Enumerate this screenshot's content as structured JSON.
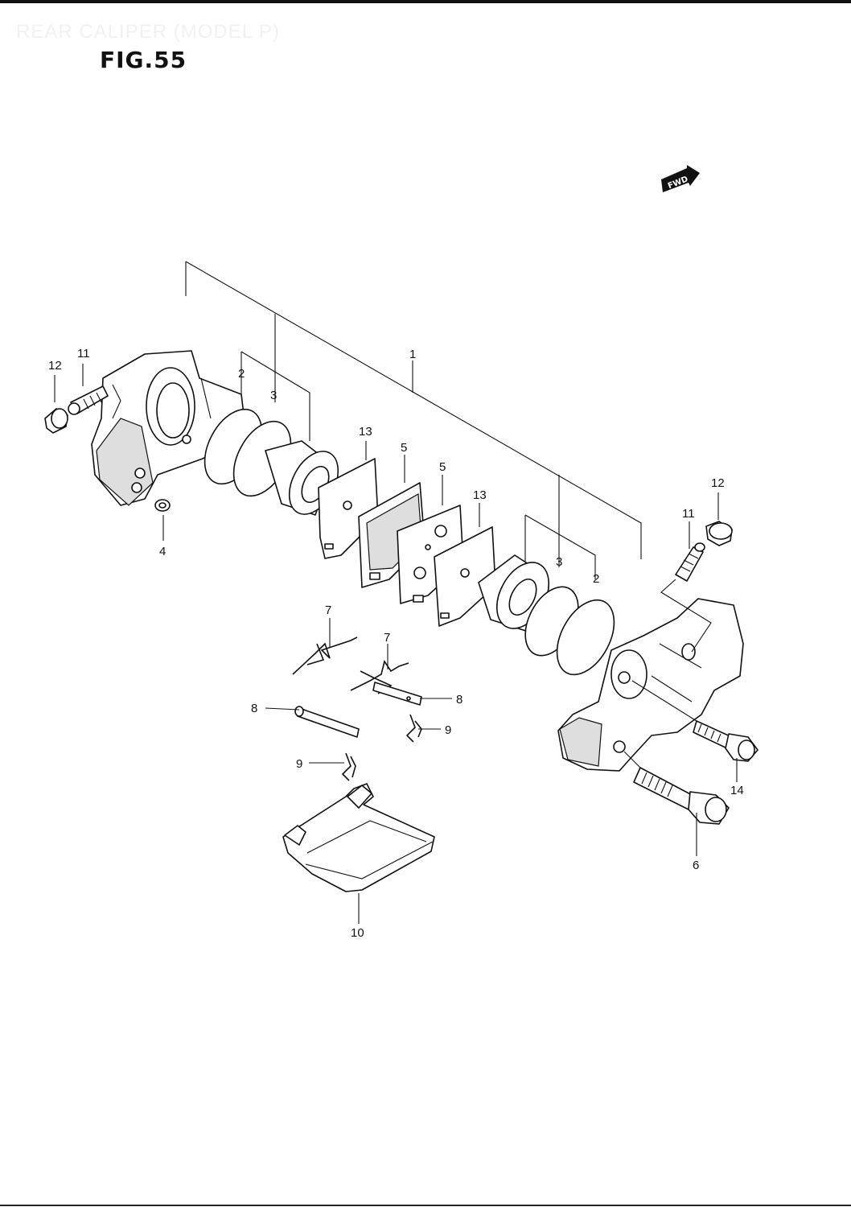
{
  "header": {
    "watermark": "REAR CALIPER (MODEL P)",
    "figure_title": "FIG.55"
  },
  "fwd_label": "FWD",
  "callouts": [
    {
      "id": "c-1",
      "label": "1"
    },
    {
      "id": "c-2a",
      "label": "2"
    },
    {
      "id": "c-2b",
      "label": "2"
    },
    {
      "id": "c-3a",
      "label": "3"
    },
    {
      "id": "c-3b",
      "label": "3"
    },
    {
      "id": "c-4",
      "label": "4"
    },
    {
      "id": "c-5a",
      "label": "5"
    },
    {
      "id": "c-5b",
      "label": "5"
    },
    {
      "id": "c-6",
      "label": "6"
    },
    {
      "id": "c-7a",
      "label": "7"
    },
    {
      "id": "c-7b",
      "label": "7"
    },
    {
      "id": "c-8a",
      "label": "8"
    },
    {
      "id": "c-8b",
      "label": "8"
    },
    {
      "id": "c-9a",
      "label": "9"
    },
    {
      "id": "c-9b",
      "label": "9"
    },
    {
      "id": "c-10",
      "label": "10"
    },
    {
      "id": "c-11a",
      "label": "11"
    },
    {
      "id": "c-11b",
      "label": "11"
    },
    {
      "id": "c-12a",
      "label": "12"
    },
    {
      "id": "c-12b",
      "label": "12"
    },
    {
      "id": "c-13a",
      "label": "13"
    },
    {
      "id": "c-13b",
      "label": "13"
    },
    {
      "id": "c-14",
      "label": "14"
    }
  ]
}
